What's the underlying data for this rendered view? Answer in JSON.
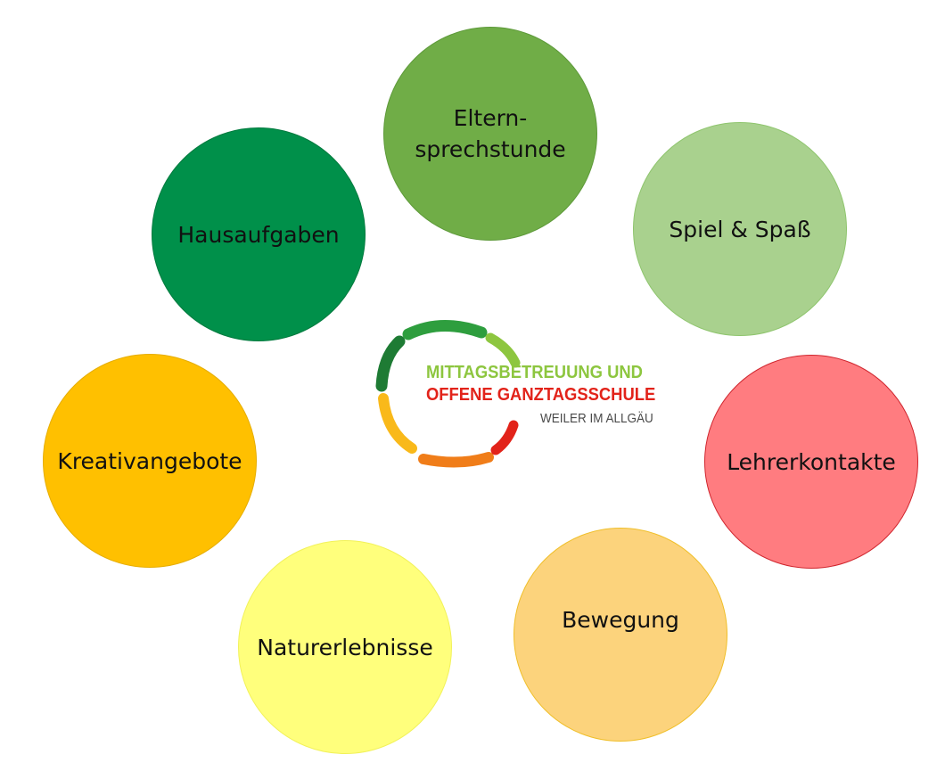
{
  "circles": [
    {
      "id": "elternsprechstunde",
      "label": "Eltern-\nsprechstunde",
      "fill": "#70AD47",
      "border": "#5e9a3a"
    },
    {
      "id": "spiel",
      "label": "Spiel & Spaß",
      "fill": "#A9D18E",
      "border": "#8fc56e"
    },
    {
      "id": "hausaufgaben",
      "label": "Hausaufgaben",
      "fill": "#00904A",
      "border": "#007a3e"
    },
    {
      "id": "lehrerkontakte",
      "label": "Lehrerkontakte",
      "fill": "#FF7C80",
      "border": "#d0262e"
    },
    {
      "id": "kreativangebote",
      "label": "Kreativangebote",
      "fill": "#FFC000",
      "border": "#e6ad00"
    },
    {
      "id": "bewegung",
      "label": "Bewegung",
      "fill": "#FCD37C",
      "border": "#f0bf2a"
    },
    {
      "id": "naturerlebnisse",
      "label": "Naturerlebnisse",
      "fill": "#FFFF7C",
      "border": "#f2f25a"
    }
  ],
  "logo": {
    "line1": "MITTAGSBETREUUNG UND",
    "line2": "OFFENE GANZTAGSSCHULE",
    "line3": "WEILER IM ALLGÄU",
    "colors": {
      "line1": "#8DC63F",
      "line2": "#E2231A",
      "line3": "#4a4a4a",
      "ring_dark_green": "#1E7B34",
      "ring_green": "#2E9E3E",
      "ring_light_green": "#8DC63F",
      "ring_red": "#E2231A",
      "ring_orange": "#F07D19",
      "ring_yellow": "#F9B91A"
    }
  }
}
